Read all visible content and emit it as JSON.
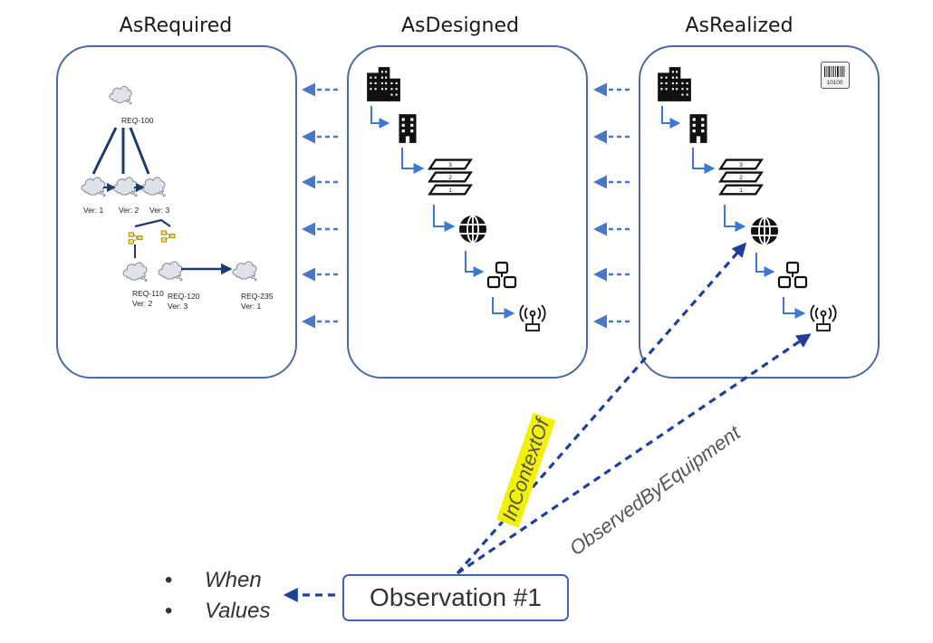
{
  "columns": [
    {
      "title": "AsRequired"
    },
    {
      "title": "AsDesigned"
    },
    {
      "title": "AsRealized"
    }
  ],
  "requirements": {
    "root": "REQ-100",
    "versions": [
      "Ver: 1",
      "Ver: 2",
      "Ver: 3"
    ],
    "req110": [
      "REQ-110",
      "Ver: 2"
    ],
    "req120": [
      "REQ-120",
      "Ver: 3"
    ],
    "req235": [
      "REQ-235",
      "Ver: 1"
    ]
  },
  "hierarchy_icons": [
    "enterprise-icon",
    "site-icon",
    "area-icon",
    "work-center-icon",
    "work-unit-icon",
    "equipment-sensor-icon"
  ],
  "layer_numbers": [
    "3",
    "2",
    "1"
  ],
  "barcode_text": "10100",
  "relations": {
    "in_context_of": "InContextOf",
    "observed_by_equipment": "ObservedByEquipment"
  },
  "observation": {
    "label": "Observation #1"
  },
  "observation_properties": [
    "When",
    "Values"
  ],
  "colors": {
    "panel_border": "#4a6ca5",
    "dashed_arrow_light": "#4a78c8",
    "dashed_arrow_dark": "#1f3f99",
    "hierarchy_connector": "#3e78d6",
    "highlight": "#f2f200"
  }
}
